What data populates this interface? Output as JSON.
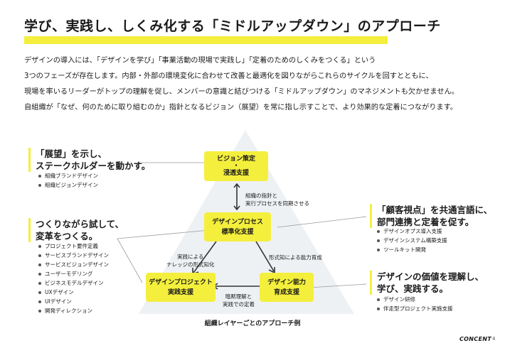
{
  "title": "学び、実践し、しくみ化する「ミドルアップダウン」のアプローチ",
  "intro": [
    "デザインの導入には、「デザインを学び」「事業活動の現場で実践し」「定着のためのしくみをつくる」という",
    "3つのフェーズが存在します。内部・外部の環境変化に合わせて改善と最適化を図りながらこれらのサイクルを回すとともに、",
    "現場を率いるリーダーがトップの理解を促し、メンバーの意識と結びつける「ミドルアップダウン」のマネジメントも欠かせません。",
    "自組織が「なぜ、何のために取り組むのか」指針となるビジョン（展望）を常に指し示すことで、より効果的な定着につながります。"
  ],
  "pyramid": {
    "top": {
      "line1": "ビジョン策定",
      "line2": "・",
      "line3": "浸透支援"
    },
    "middle": {
      "line1": "デザインプロセス",
      "line2": "標準化支援"
    },
    "bottom_left": {
      "line1": "デザインプロジェクト",
      "line2": "実践支援"
    },
    "bottom_right": {
      "line1": "デザイン能力",
      "line2": "育成支援"
    },
    "label_top_mid": {
      "line1": "組織の指針と",
      "line2": "実行プロセスを同期させる"
    },
    "label_left": {
      "line1": "実践による",
      "line2": "ナレッジの形式知化"
    },
    "label_right": "形式知による能力育成",
    "label_bottom": {
      "line1": "暗黙理解と",
      "line2": "実践での定着"
    }
  },
  "left_top": {
    "head1": "「展望」を示し、",
    "head2": "ステークホルダーを動かす。",
    "items": [
      "組織ブランドデザイン",
      "組織ビジョンデザイン"
    ]
  },
  "left_bottom": {
    "head1": "つくりながら試して、",
    "head2": "変革をつくる。",
    "items": [
      "プロジェクト要件定義",
      "サービスブランドデザイン",
      "サービスビジョンデザイン",
      "ユーザーモデリング",
      "ビジネスモデルデザイン",
      "UXデザイン",
      "UIデザイン",
      "開発ディレクション"
    ]
  },
  "right_top": {
    "head1": "「顧客視点」を共通言語に、",
    "head2": "部門連携と定着を促す。",
    "items": [
      "デザインオプス導入支援",
      "デザインシステム構築支援",
      "ツールキット開発"
    ]
  },
  "right_bottom": {
    "head1": "デザインの価値を理解し、",
    "head2": "学び、実践する。",
    "items": [
      "デザイン研修",
      "伴走型プロジェクト実施支援"
    ]
  },
  "caption": "組織レイヤーごとのアプローチ例",
  "logo": "CONCENT",
  "page_number": "4",
  "colors": {
    "accent": "#f4ef3c",
    "pyramid_fill": "#eef1f4",
    "connector": "#9a9a9a"
  }
}
